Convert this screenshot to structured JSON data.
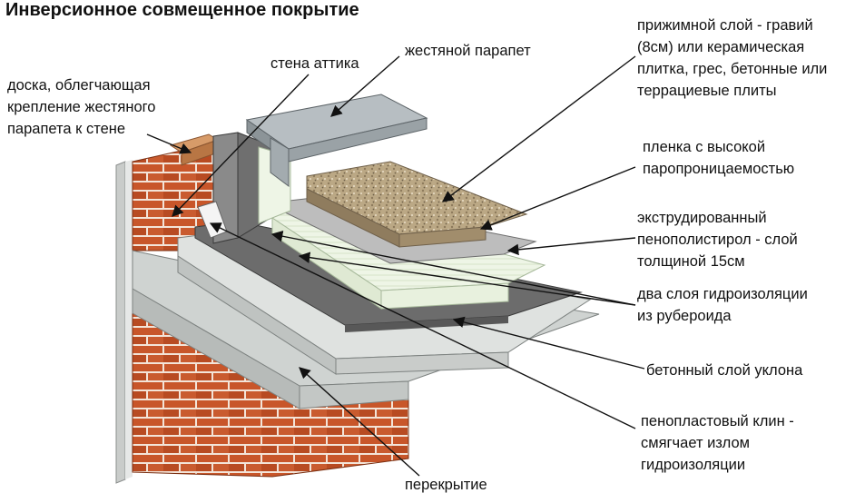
{
  "title": "Инверсионное совмещенное покрытие",
  "labels": {
    "board": [
      "доска, облегчающая",
      "крепление жестяного",
      "парапета к стене"
    ],
    "attic_wall": "стена аттика",
    "tin_parapet": "жестяной парапет",
    "ballast": [
      "прижимной слой - гравий",
      "(8см) или керамическая",
      "плитка, грес, бетонные или",
      "террациевые плиты"
    ],
    "membrane": [
      "пленка с высокой",
      "паропроницаемостью"
    ],
    "xps": [
      "экструдированный",
      "пенополистирол - слой",
      "толщиной 15см"
    ],
    "waterproofing": [
      "два слоя гидроизоляции",
      "из рубероида"
    ],
    "slope_concrete": "бетонный слой уклона",
    "foam_wedge": [
      "пенопластовый клин -",
      "смягчает излом",
      "гидроизоляции"
    ],
    "slab": "перекрытие"
  },
  "colors": {
    "brick": "#c8562a",
    "mortar": "#f2e6dc",
    "concrete": "#d6d9d6",
    "waterproofing": "#6f6f6f",
    "xps": "#e4efd9",
    "gravel": "#b9a586",
    "metal": "#a9b0b4",
    "arrow": "#111111"
  }
}
